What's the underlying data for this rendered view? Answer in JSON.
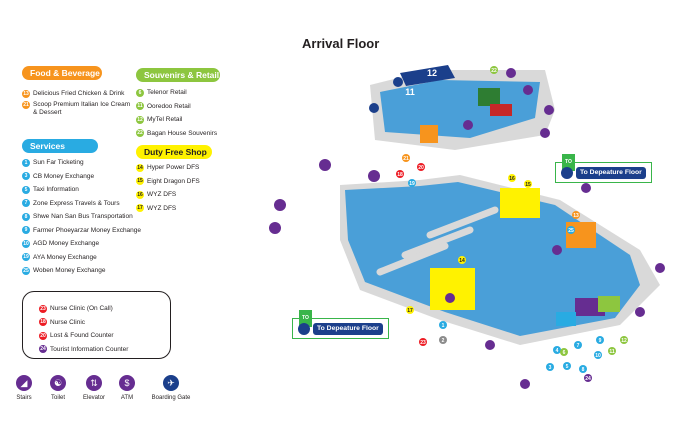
{
  "title": "Arrival Floor",
  "food": {
    "heading": "Food & Beverage",
    "items": [
      {
        "num": "13",
        "label": "Delicious Fried Chicken & Drink"
      },
      {
        "num": "21",
        "label": "Scoop Premium Italian Ice Cream & Dessert"
      }
    ]
  },
  "services": {
    "heading": "Services",
    "items": [
      {
        "num": "1",
        "label": "Sun Far Ticketing"
      },
      {
        "num": "3",
        "label": "CB Money Exchange"
      },
      {
        "num": "5",
        "label": "Taxi Information"
      },
      {
        "num": "7",
        "label": "Zone Express Travels & Tours"
      },
      {
        "num": "8",
        "label": "Shwe Nan San Bus Transportation"
      },
      {
        "num": "9",
        "label": "Farmer Phoeyarzar Money Exchange"
      },
      {
        "num": "10",
        "label": "AGD Money Exchange"
      },
      {
        "num": "19",
        "label": "AYA Money Exchange"
      },
      {
        "num": "25",
        "label": "Woben Money Exchange"
      }
    ]
  },
  "souvenirs": {
    "heading": "Souvenirs & Retail",
    "items": [
      {
        "num": "6",
        "label": "Telenor Retail"
      },
      {
        "num": "11",
        "label": "Ooredoo Retail"
      },
      {
        "num": "12",
        "label": "MyTel Retail"
      },
      {
        "num": "22",
        "label": "Bagan House Souvenirs"
      }
    ]
  },
  "duty_free": {
    "heading": "Duty Free Shop",
    "items": [
      {
        "num": "14",
        "label": "Hyper Power DFS"
      },
      {
        "num": "15",
        "label": "Eight Dragon DFS"
      },
      {
        "num": "16",
        "label": "WYZ DFS"
      },
      {
        "num": "17",
        "label": "WYZ DFS"
      }
    ]
  },
  "medical": {
    "items": [
      {
        "num": "23",
        "label": "Nurse Clinic (On Call)"
      },
      {
        "num": "18",
        "label": "Nurse Clinic"
      },
      {
        "num": "20",
        "label": "Lost & Found Counter"
      },
      {
        "num": "24",
        "label": "Tourist Information Counter"
      }
    ]
  },
  "legend": {
    "stairs": "Stairs",
    "toilet": "Toilet",
    "elevator": "Elevator",
    "atm": "ATM",
    "gate": "Boarding Gate"
  },
  "atm_symbol": "$",
  "depart_top": {
    "tag": "TO",
    "label": "To Depeature Floor"
  },
  "depart_bottom": {
    "tag": "TO",
    "label": "To Depeature Floor"
  },
  "gates": [
    "11",
    "12"
  ],
  "markers": {
    "m22": "22",
    "m21": "21",
    "m20": "20",
    "m18": "18",
    "m19": "19",
    "m16": "16",
    "m15": "15",
    "m13": "13",
    "m25": "25",
    "m14": "14",
    "m17": "17",
    "m1": "1",
    "m2": "2",
    "m23": "23",
    "m3": "3",
    "m4": "4",
    "m5": "5",
    "m6": "6",
    "m7": "7",
    "m8": "8",
    "m9": "9",
    "m10": "10",
    "m11": "11",
    "m12": "12",
    "m24": "24"
  },
  "colors": {
    "floor": "#4a9fd8",
    "wall": "#d9d9d9",
    "yellow": "#fff200",
    "orange": "#f7941d",
    "purple": "#662d91",
    "navy": "#1b3f8b",
    "red": "#ed1c24",
    "green": "#8dc63f"
  }
}
